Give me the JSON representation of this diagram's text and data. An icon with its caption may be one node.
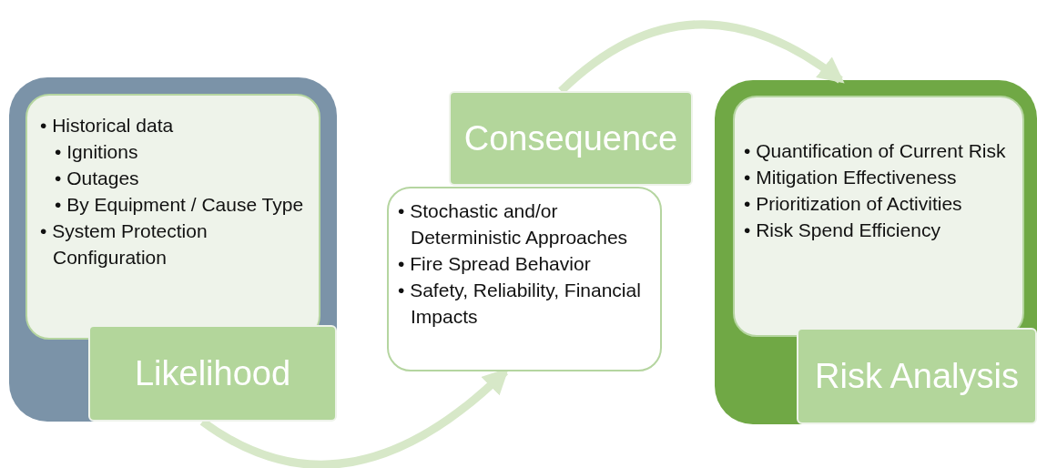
{
  "diagram": {
    "nodes": [
      {
        "text": [],
        "shape": "box"
      },
      {
        "text": [
          "• Historical data",
          "• Ignitions",
          "• Outages",
          "• By Equipment / Cause Type",
          "• System Protection Configuration"
        ],
        "in": 0
      },
      {
        "text": [
          "Likelihood"
        ],
        "in": 0
      },
      {
        "text": [
          "• Stochastic and/or Deterministic Approaches",
          "• Fire Spread Behavior",
          "• Safety, Reliability, Financial Impacts"
        ]
      },
      {
        "text": [
          "Consequence"
        ]
      },
      {
        "text": [],
        "shape": "box"
      },
      {
        "text": [
          "• Quantification of Current Risk",
          "• Mitigation Effectiveness",
          "• Prioritization of Activities",
          "• Risk Spend Efficiency"
        ],
        "in": 5
      },
      {
        "text": [
          "Risk Analysis"
        ],
        "in": 5
      }
    ],
    "edges": [
      {
        "from": 0,
        "to": 3,
        "arrow": "to"
      },
      {
        "from": 4,
        "to": 5,
        "arrow": "to"
      }
    ]
  }
}
